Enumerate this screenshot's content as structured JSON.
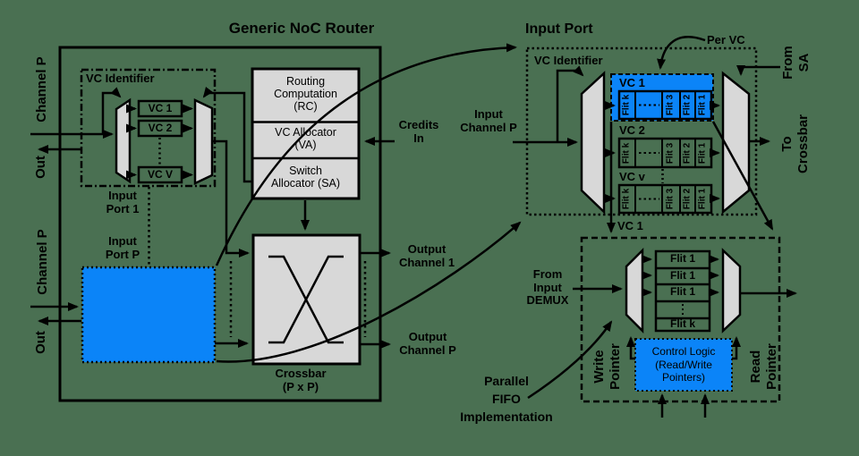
{
  "colors": {
    "background": "#4a7052",
    "blue": "#0b84f8",
    "gray": "#d8d8d8",
    "line": "#000000"
  },
  "router": {
    "title": "Generic NoC Router",
    "channel_p": "Channel P",
    "out": "Out",
    "vc_identifier": "VC Identifier",
    "vc_boxes": [
      "VC 1",
      "VC 2",
      "VC V"
    ],
    "input_port_1": "Input\nPort 1",
    "input_port_p": "Input\nPort P",
    "rc": "Routing\nComputation\n(RC)",
    "va": "VC Allocator\n(VA)",
    "sa": "Switch\nAllocator (SA)",
    "credits_in": "Credits\nIn",
    "crossbar_label": "Crossbar\n(P x P)",
    "output_channel_1": "Output\nChannel 1",
    "output_channel_p": "Output\nChannel P"
  },
  "input_port": {
    "title": "Input Port",
    "per_vc": "Per VC",
    "vc_identifier": "VC Identifier",
    "input_channel_p": "Input\nChannel P",
    "vc_rows": [
      {
        "label": "VC 1"
      },
      {
        "label": "VC 2"
      },
      {
        "label": "VC v"
      }
    ],
    "flit_cells": [
      "Flit k",
      "Flit 3",
      "Flit 2",
      "Flit 1"
    ],
    "from_sa": "From\nSA",
    "to_crossbar": "To\nCrossbar"
  },
  "fifo": {
    "vc1_label": "VC 1",
    "from_input_demux": "From\nInput\nDEMUX",
    "flits": [
      "Flit 1",
      "Flit 1",
      "Flit 1",
      "Flit k"
    ],
    "control_logic": "Control Logic\n(Read/Write\nPointers)",
    "write_pointer": "Write\nPointer",
    "read_pointer": "Read\nPointer",
    "parallel_fifo": "Parallel\nFIFO\nImplementation"
  }
}
